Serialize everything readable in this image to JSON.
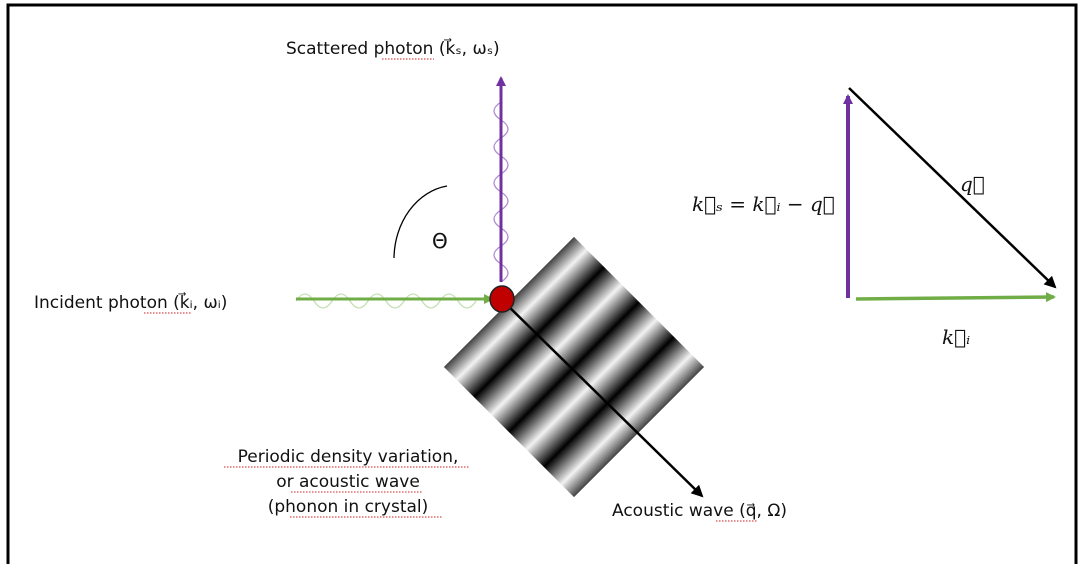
{
  "labels": {
    "scattered_photon": "Scattered photon (k⃗ₛ, ωₛ)",
    "incident_photon": "Incident photon (k⃗ᵢ, ωᵢ)",
    "theta": "Θ",
    "density_line1": "Periodic density variation,",
    "density_line2": "or acoustic wave",
    "density_line3": "(phonon in crystal)",
    "acoustic_wave": "Acoustic wave (q⃗, Ω)",
    "equation": "k⃗ₛ = k⃗ᵢ − q⃗",
    "q_vector": "q⃗",
    "ki_vector": "k⃗ᵢ"
  },
  "colors": {
    "incident": "#70ad47",
    "incident_wave": "#c5e0b4",
    "scattered": "#7030a0",
    "scattered_wave": "#b08ccf",
    "q_arrow": "#000000",
    "scatter_point": "#c00000",
    "border": "#000000"
  }
}
